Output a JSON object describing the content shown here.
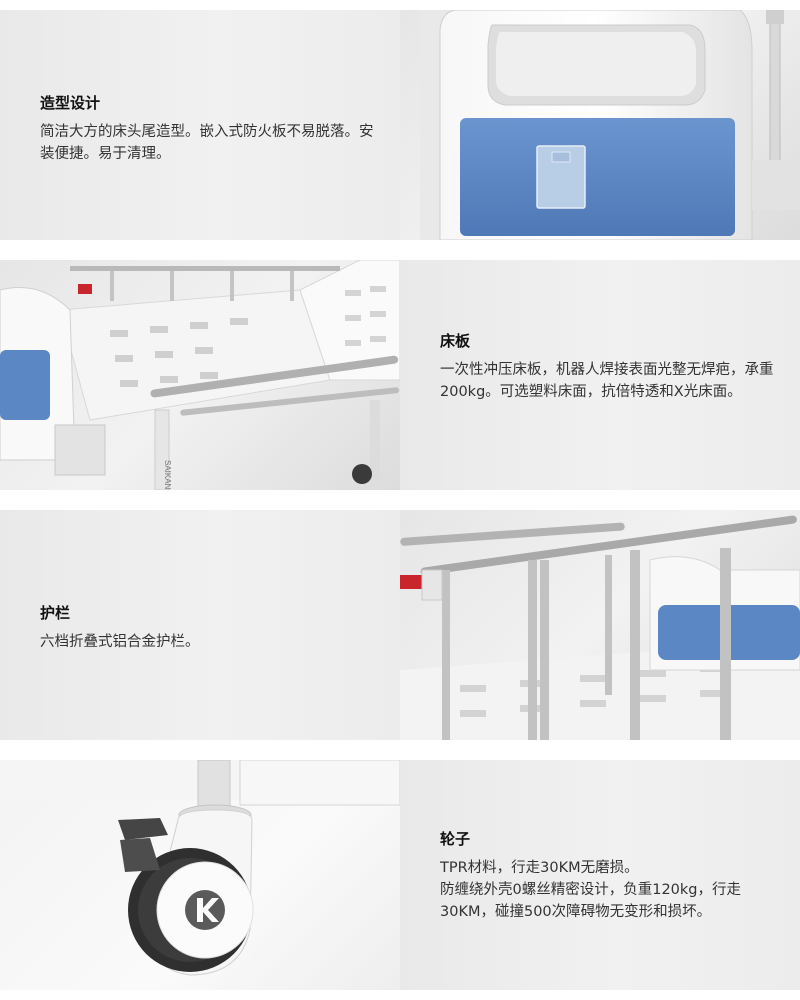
{
  "sections": [
    {
      "title": "造型设计",
      "desc": "简洁大方的床头尾造型。嵌入式防火板不易脱落。安装便捷。易于清理。"
    },
    {
      "title": "床板",
      "desc": "一次性冲压床板，机器人焊接表面光整无焊疤，承重200kg。可选塑料床面，抗倍特透和X光床面。"
    },
    {
      "title": "护栏",
      "desc": "六档折叠式铝合金护栏。"
    },
    {
      "title": "轮子",
      "desc_line1": "TPR材料，行走30KM无磨损。",
      "desc_line2": "防缠绕外壳0螺丝精密设计，负重120kg，行走30KM，碰撞500次障碍物无变形和损坏。"
    }
  ],
  "images": {
    "panel_blue": "#5b87c4",
    "product_mark": "SAIKANG"
  }
}
